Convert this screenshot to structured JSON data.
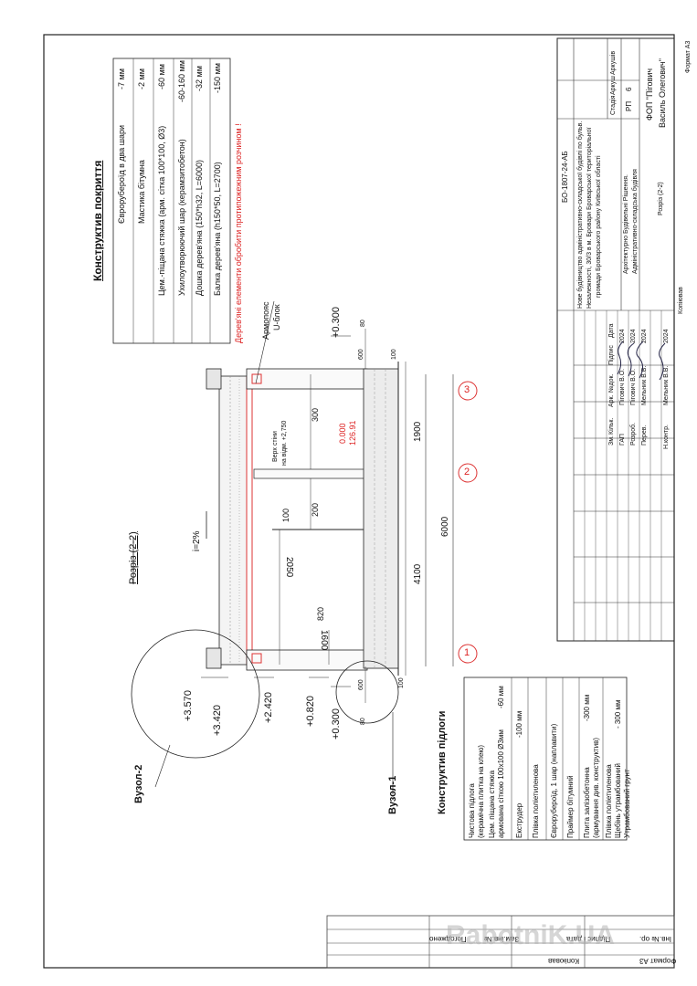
{
  "roof": {
    "title": "Конструктив покриття",
    "layers": [
      {
        "name": "Єврорубероїд в два шари",
        "value": "-7 мм"
      },
      {
        "name": "Мастика бітумна",
        "value": "-2 мм"
      },
      {
        "name": "Цем.-піщана стяжка  (арм. сітка 100*100, Ø3)",
        "value": "-60 мм"
      },
      {
        "name": "Ухилоутворюючий шар (керамзитобетон)",
        "value": "-60-160 мм"
      },
      {
        "name": "Дошка дерев'яна  (150*h32, L=6000)",
        "value": "-32 мм"
      },
      {
        "name": "Балка дерев'яна  (h150*50, L=2700)",
        "value": "-150 мм"
      }
    ],
    "note": "Дерев'яні елементи обробити протипожежним розчином !"
  },
  "floor": {
    "title": "Конструктив підлоги",
    "layers": [
      {
        "name": "Чистова підлога",
        "sub": "(керамічна плитка на клею)",
        "value": ""
      },
      {
        "name": "Цем. піщана стяжка",
        "sub": "армована сіткою 100х100 Ø3мм",
        "value": "-60 мм"
      },
      {
        "name": "Екструдер",
        "sub": "",
        "value": "-100 мм"
      },
      {
        "name": "Плівка поліетиленова",
        "sub": "",
        "value": ""
      },
      {
        "name": "Єврорубероїд, 1 шар (наплавити)",
        "sub": "",
        "value": ""
      },
      {
        "name": "Праймер бітумний",
        "sub": "",
        "value": ""
      },
      {
        "name": "Плита залізобетонна",
        "sub": "(армування див. конструктив)",
        "value": "-300 мм"
      },
      {
        "name": "Плівка поліетиленова",
        "sub": "",
        "value": ""
      },
      {
        "name": "Щебінь утрамбований",
        "sub": "",
        "value": "- 300 мм"
      },
      {
        "name": "Утрамбований грунт",
        "sub": "",
        "value": ""
      }
    ]
  },
  "drawing": {
    "section_title": "Розріз (2-2)",
    "slope": "i=2%",
    "node1": "Вузол-1",
    "node2": "Вузол-2",
    "armopoyas": "Армопояс",
    "ublock": "U-блок",
    "wall_top_1": "Верх стіни",
    "wall_top_2": "на відм. +2,750",
    "zero": "0.000",
    "abs": "126.91",
    "levels": [
      "+3.570",
      "+3.420",
      "+2.420",
      "+0.820",
      "+0.300",
      "+0.300"
    ],
    "dims": {
      "d6000": "6000",
      "d4100": "4100",
      "d1900": "1900",
      "d2050": "2050",
      "d1600": "1600",
      "d820": "820",
      "d100": "100",
      "d200": "200",
      "d300": "300",
      "d600a": "600",
      "d600b": "600",
      "d80a": "80",
      "d80b": "80",
      "d100b": "100",
      "d100c": "100"
    },
    "axes": [
      "1",
      "2",
      "3"
    ]
  },
  "stamp": {
    "code": "БО-1807-24-АБ",
    "project_1": "Нове будівництво адміністративно-складської будівлі по бульв.",
    "project_2": "Незалежності, 30/3  в м. Бровари Броварської територіальної",
    "project_3": "громади Броварського району Київської області",
    "section_1": "Архітектурно Будівельні Рішення.",
    "section_2": "Адміністративно-складська будівля",
    "sheet_name": "Розріз (2-2)",
    "col_stage": "Стадія",
    "col_sheet": "Аркуш",
    "col_sheets": "Аркушів",
    "stage": "РП",
    "sheet_no": "6",
    "org_1": "ФОП \"Пігович",
    "org_2": "Василь Олегович\"",
    "hdr_zm": "Зм.",
    "hdr_kilk": "Кільк.",
    "hdr_ark": "Арк.",
    "hdr_dok": "№док.",
    "hdr_pidpys": "Підпис",
    "hdr_data": "Дата",
    "roles": [
      {
        "role": "ГАП",
        "name": "Пігович В.О.",
        "date": "2024"
      },
      {
        "role": "Розроб.",
        "name": "Пігович В.О.",
        "date": "2024"
      },
      {
        "role": "Перев.",
        "name": "Мельник В.В.",
        "date": "2024"
      },
      {
        "role": "Н.контр.",
        "name": "Мельник В.В.",
        "date": "2024"
      }
    ],
    "copied": "Копіював",
    "format": "Формат А3"
  },
  "margin": {
    "agreed": "Погоджено",
    "inv": "Інв.№ ор.",
    "sign_date": "Підпис і дата",
    "zam": "Зам.інв.№",
    "copied": "Копіював",
    "format": "Формат А3"
  },
  "watermark": "RabotniK.UA"
}
